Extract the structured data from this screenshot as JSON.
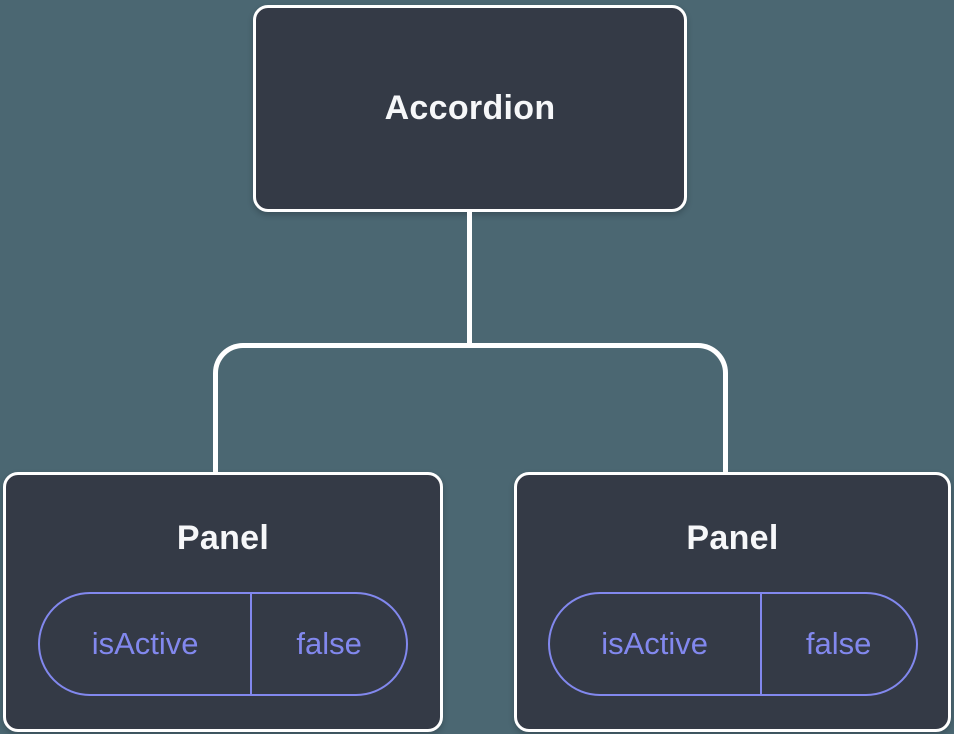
{
  "colors": {
    "background": "#4b6772",
    "node_fill": "#343a46",
    "node_border": "#ffffff",
    "connector": "#ffffff",
    "accent_purple": "#8288ee",
    "label_text": "#f6f7f9"
  },
  "tree": {
    "root": {
      "label": "Accordion"
    },
    "children": [
      {
        "label": "Panel",
        "state_pill": {
          "name": "isActive",
          "value": "false"
        }
      },
      {
        "label": "Panel",
        "state_pill": {
          "name": "isActive",
          "value": "false"
        }
      }
    ]
  }
}
